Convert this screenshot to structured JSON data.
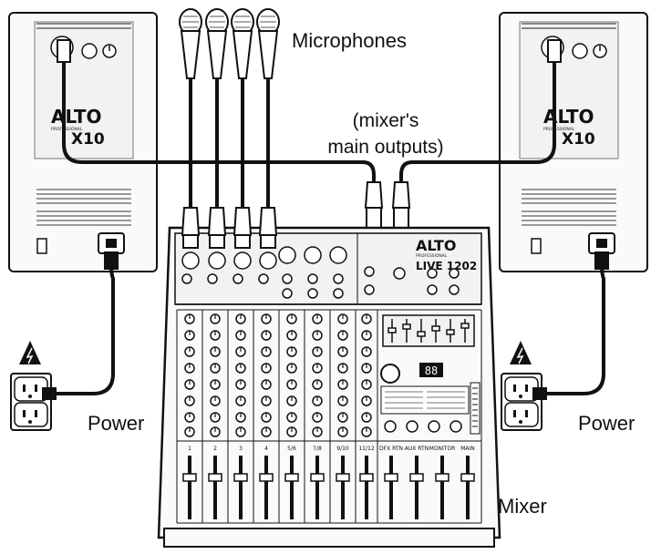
{
  "labels": {
    "microphones": "Microphones",
    "main_outputs_line1": "(mixer's",
    "main_outputs_line2": "main outputs)",
    "power_left": "Power",
    "power_right": "Power",
    "mixer": "Mixer"
  },
  "speakers": {
    "brand": "ALTO",
    "model": "X10",
    "sub": "PROFESSIONAL"
  },
  "mixer": {
    "brand": "ALTO",
    "sub": "PROFESSIONAL",
    "model": "LIVE 1202",
    "channel_labels": [
      "1",
      "2",
      "3",
      "4",
      "5/6",
      "7/8",
      "9/10",
      "11/12"
    ],
    "master_labels": [
      "DFX RTN",
      "AUX RTN",
      "MONITOR",
      "MAIN"
    ],
    "display_value": "88"
  },
  "colors": {
    "ink": "#111111",
    "panel_fill": "#f2f2f2",
    "device_fill": "#fafafa"
  }
}
